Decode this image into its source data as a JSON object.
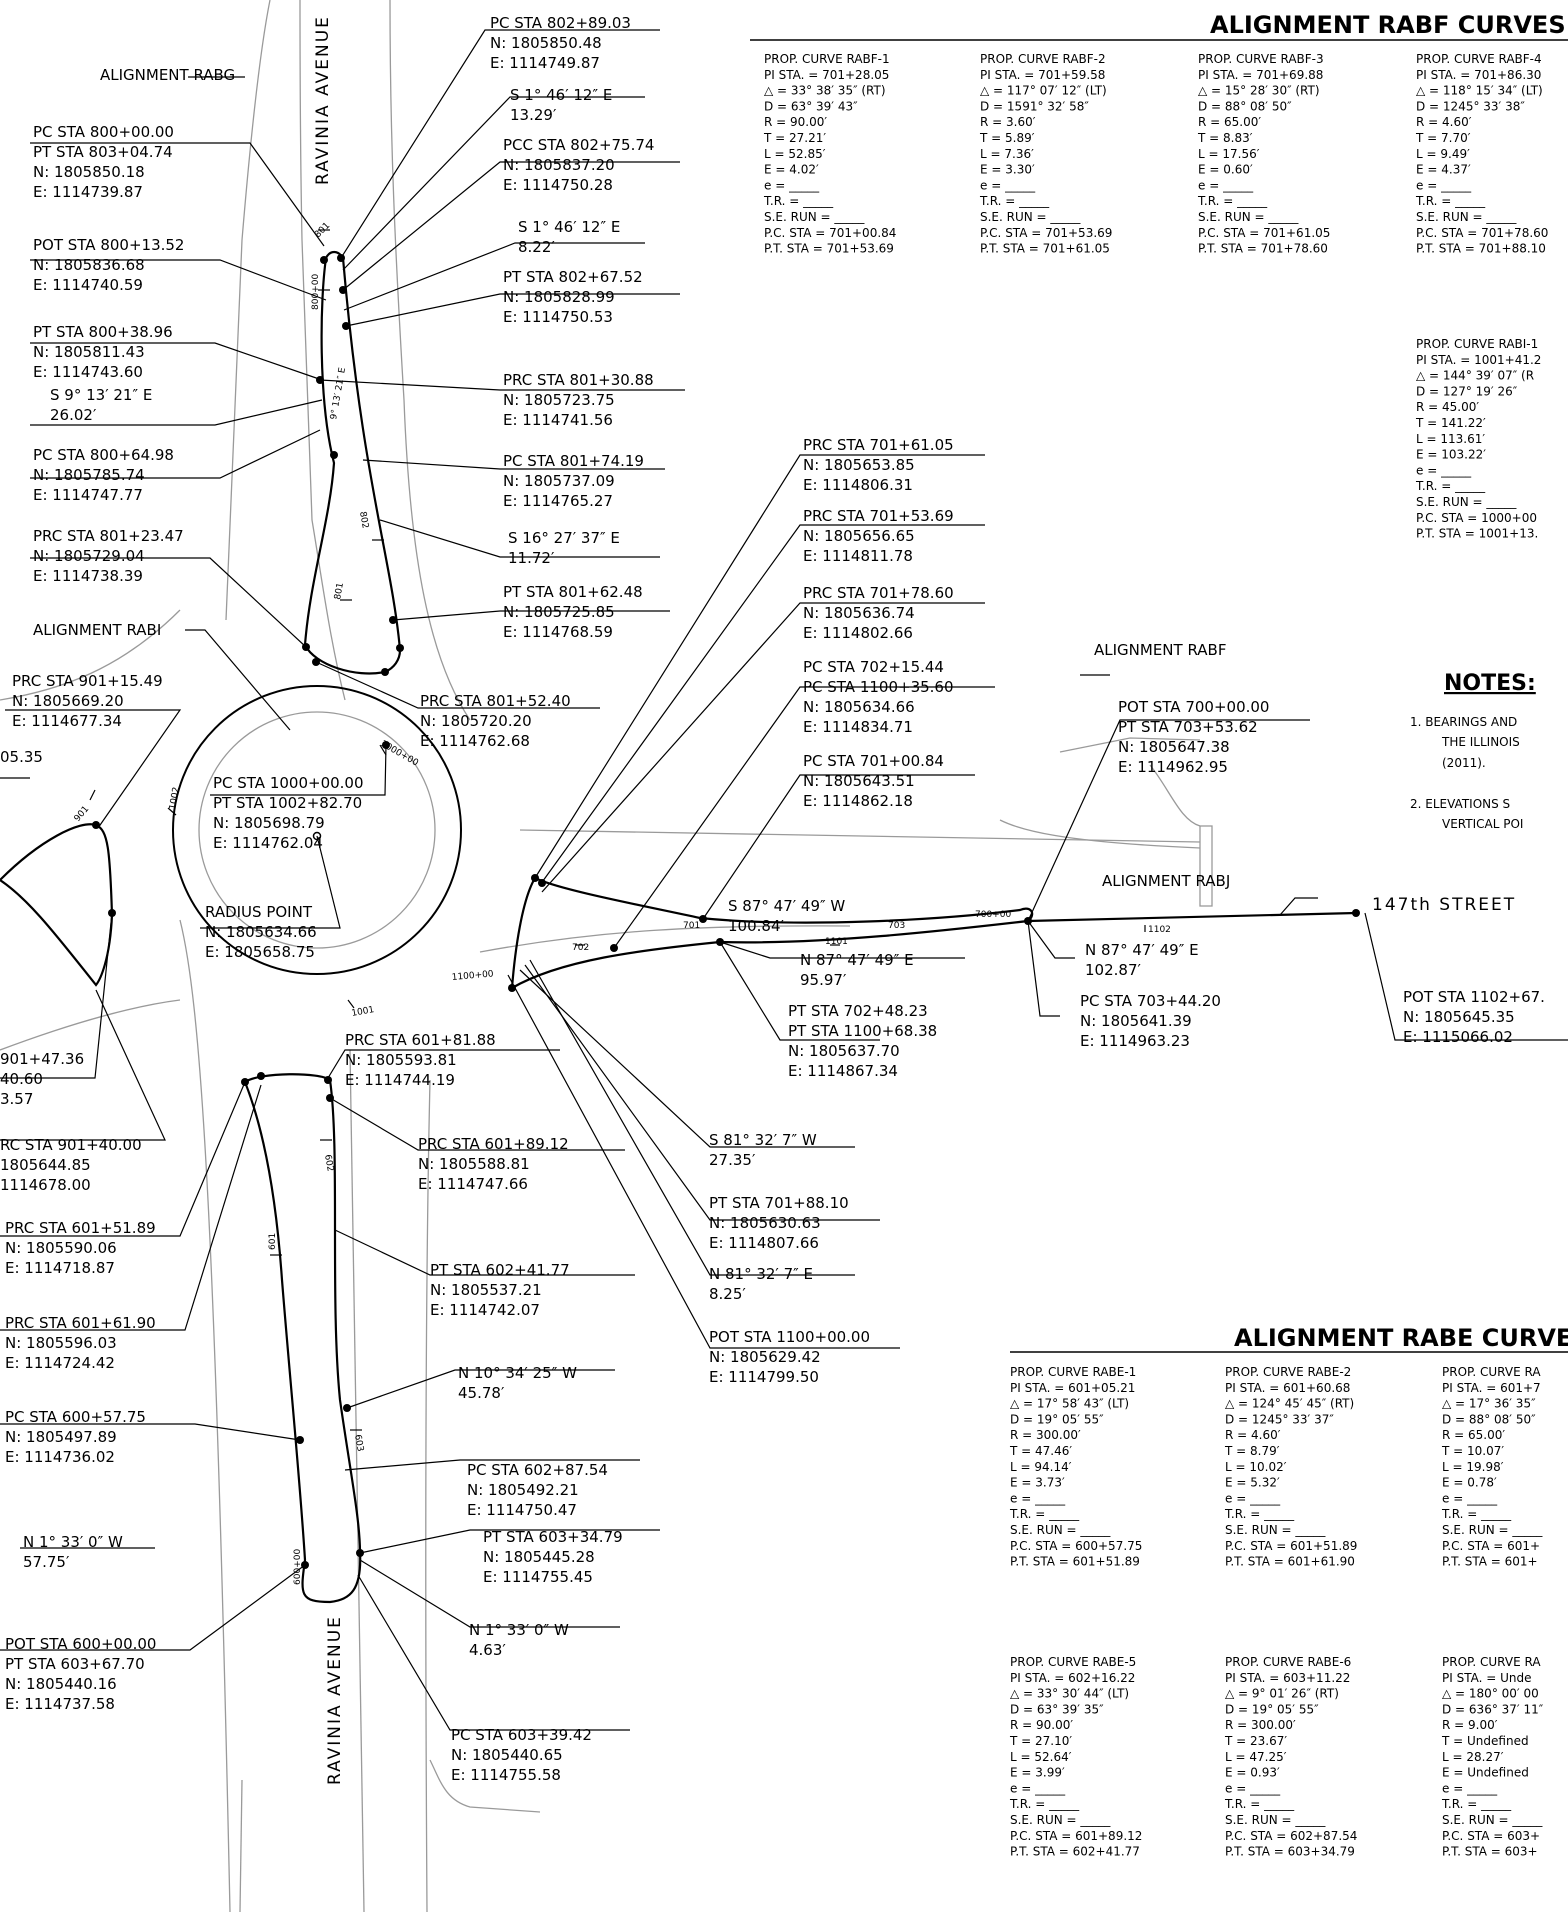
{
  "rabf_title": "ALIGNMENT RABF CURVES",
  "rabe_title": "ALIGNMENT RABE CURVE",
  "notes_title": "NOTES:",
  "notes": [
    "1.  BEARINGS AND",
    "THE ILLINOIS",
    "(2011).",
    "2.  ELEVATIONS S",
    "VERTICAL POI"
  ],
  "streets": {
    "ravinia_top": "RAVINIA AVENUE",
    "ravinia_bottom": "RAVINIA AVENUE",
    "s147": "147th STREET"
  },
  "alignments": {
    "rabg": "ALIGNMENT RABG",
    "rabi": "ALIGNMENT RABI",
    "rabf": "ALIGNMENT RABF",
    "rabj": "ALIGNMENT RABJ"
  },
  "rabf_curves": [
    [
      "PROP. CURVE RABF-1",
      "PI STA. = 701+28.05",
      "△ = 33° 38′ 35″ (RT)",
      "D = 63° 39′ 43″",
      "R = 90.00′",
      "T = 27.21′",
      "L = 52.85′",
      "E = 4.02′",
      "e = _____",
      "T.R. = _____",
      "S.E. RUN = _____",
      "P.C. STA = 701+00.84",
      "P.T. STA = 701+53.69"
    ],
    [
      "PROP. CURVE RABF-2",
      "PI STA. = 701+59.58",
      "△ = 117° 07′ 12″ (LT)",
      "D = 1591° 32′ 58″",
      "R = 3.60′",
      "T = 5.89′",
      "L = 7.36′",
      "E = 3.30′",
      "e = _____",
      "T.R. = _____",
      "S.E. RUN = _____",
      "P.C. STA = 701+53.69",
      "P.T. STA = 701+61.05"
    ],
    [
      "PROP. CURVE RABF-3",
      "PI STA. = 701+69.88",
      "△ = 15° 28′ 30″ (RT)",
      "D = 88° 08′ 50″",
      "R = 65.00′",
      "T = 8.83′",
      "L = 17.56′",
      "E = 0.60′",
      "e = _____",
      "T.R. = _____",
      "S.E. RUN = _____",
      "P.C. STA = 701+61.05",
      "P.T. STA = 701+78.60"
    ],
    [
      "PROP. CURVE RABF-4",
      "PI STA. = 701+86.30",
      "△ = 118° 15′ 34″ (LT)",
      "D = 1245° 33′ 38″",
      "R = 4.60′",
      "T = 7.70′",
      "L = 9.49′",
      "E = 4.37′",
      "e = _____",
      "T.R. = _____",
      "S.E. RUN = _____",
      "P.C. STA = 701+78.60",
      "P.T. STA = 701+88.10"
    ]
  ],
  "rabi_curve": [
    "PROP. CURVE RABI-1",
    "PI STA. = 1001+41.2",
    "△ = 144° 39′ 07″ (R",
    "D = 127° 19′ 26″",
    "R = 45.00′",
    "T = 141.22′",
    "L = 113.61′",
    "E = 103.22′",
    "e = _____",
    "T.R. = _____",
    "S.E. RUN = _____",
    "P.C. STA = 1000+00",
    "P.T. STA = 1001+13."
  ],
  "rabe_curves": [
    [
      "PROP. CURVE RABE-1",
      "PI STA. = 601+05.21",
      "△ = 17° 58′ 43″ (LT)",
      "D = 19° 05′ 55″",
      "R = 300.00′",
      "T = 47.46′",
      "L = 94.14′",
      "E = 3.73′",
      "e = _____",
      "T.R. = _____",
      "S.E. RUN = _____",
      "P.C. STA = 600+57.75",
      "P.T. STA = 601+51.89"
    ],
    [
      "PROP. CURVE RABE-2",
      "PI STA. = 601+60.68",
      "△ = 124° 45′ 45″ (RT)",
      "D = 1245° 33′ 37″",
      "R = 4.60′",
      "T = 8.79′",
      "L = 10.02′",
      "E = 5.32′",
      "e = _____",
      "T.R. = _____",
      "S.E. RUN = _____",
      "P.C. STA = 601+51.89",
      "P.T. STA = 601+61.90"
    ],
    [
      "PROP. CURVE RA",
      "PI STA. = 601+7",
      "△ = 17° 36′ 35″",
      "D = 88° 08′ 50″",
      "R = 65.00′",
      "T = 10.07′",
      "L = 19.98′",
      "E = 0.78′",
      "e = _____",
      "T.R. = _____",
      "S.E. RUN = _____",
      "P.C. STA = 601+",
      "P.T. STA = 601+"
    ],
    [
      "PROP. CURVE RABE-5",
      "PI STA. = 602+16.22",
      "△ = 33° 30′ 44″ (LT)",
      "D = 63° 39′ 35″",
      "R = 90.00′",
      "T = 27.10′",
      "L = 52.64′",
      "E = 3.99′",
      "e = _____",
      "T.R. = _____",
      "S.E. RUN = _____",
      "P.C. STA = 601+89.12",
      "P.T. STA = 602+41.77"
    ],
    [
      "PROP. CURVE RABE-6",
      "PI STA. = 603+11.22",
      "△ = 9° 01′ 26″ (RT)",
      "D = 19° 05′ 55″",
      "R = 300.00′",
      "T = 23.67′",
      "L = 47.25′",
      "E = 0.93′",
      "e = _____",
      "T.R. = _____",
      "S.E. RUN = _____",
      "P.C. STA = 602+87.54",
      "P.T. STA = 603+34.79"
    ],
    [
      "PROP. CURVE RA",
      "PI STA. = Unde",
      "△ = 180° 00′ 00",
      "D = 636° 37′ 11″",
      "R = 9.00′",
      "T = Undefined",
      "L = 28.27′",
      "E = Undefined",
      "e = _____",
      "T.R. = _____",
      "S.E. RUN = _____",
      "P.C. STA = 603+",
      "P.T. STA = 603+"
    ]
  ],
  "callouts": [
    [
      "PC STA 802+89.03",
      "N: 1805850.48",
      "E: 1114749.87"
    ],
    [
      "S 1° 46′ 12″ E",
      "13.29′"
    ],
    [
      "PCC STA 802+75.74",
      "N: 1805837.20",
      "E: 1114750.28"
    ],
    [
      "S 1° 46′ 12″ E",
      "8.22′"
    ],
    [
      "PT STA 802+67.52",
      "N: 1805828.99",
      "E: 1114750.53"
    ],
    [
      "PRC STA 801+30.88",
      "N: 1805723.75",
      "E: 1114741.56"
    ],
    [
      "PC STA 801+74.19",
      "N: 1805737.09",
      "E: 1114765.27"
    ],
    [
      "S 16° 27′ 37″ E",
      "11.72′"
    ],
    [
      "PT STA 801+62.48",
      "N: 1805725.85",
      "E: 1114768.59"
    ],
    [
      "PRC STA 801+52.40",
      "N: 1805720.20",
      "E: 1114762.68"
    ],
    [
      "PC STA 800+00.00",
      "PT STA 803+04.74",
      "N: 1805850.18",
      "E: 1114739.87"
    ],
    [
      "POT STA 800+13.52",
      "N: 1805836.68",
      "E: 1114740.59"
    ],
    [
      "PT STA 800+38.96",
      "N: 1805811.43",
      "E: 1114743.60"
    ],
    [
      "S 9° 13′ 21″ E",
      "26.02′"
    ],
    [
      "PC STA 800+64.98",
      "N: 1805785.74",
      "E: 1114747.77"
    ],
    [
      "PRC STA 801+23.47",
      "N: 1805729.04",
      "E: 1114738.39"
    ],
    [
      "PRC STA 901+15.49",
      "N: 1805669.20",
      "E: 1114677.34"
    ],
    [
      "05.35"
    ],
    [
      "PC STA 1000+00.00",
      "PT STA 1002+82.70",
      "N: 1805698.79",
      "E: 1114762.04"
    ],
    [
      "RADIUS POINT",
      "N: 1805634.66",
      "E: 1805658.75"
    ],
    [
      "PRC STA 701+61.05",
      "N: 1805653.85",
      "E: 1114806.31"
    ],
    [
      "PRC STA 701+53.69",
      "N: 1805656.65",
      "E: 1114811.78"
    ],
    [
      "PRC STA 701+78.60",
      "N: 1805636.74",
      "E: 1114802.66"
    ],
    [
      "PC STA 702+15.44",
      "PC STA 1100+35.60",
      "N: 1805634.66",
      "E: 1114834.71"
    ],
    [
      "PC STA 701+00.84",
      "N: 1805643.51",
      "E: 1114862.18"
    ],
    [
      "POT STA 700+00.00",
      "PT STA 703+53.62",
      "N: 1805647.38",
      "E: 1114962.95"
    ],
    [
      "S 87° 47′ 49″ W",
      "100.84′"
    ],
    [
      "N 87° 47′ 49″ E",
      "95.97′"
    ],
    [
      "N 87° 47′ 49″ E",
      "102.87′"
    ],
    [
      "PT STA 702+48.23",
      "PT STA 1100+68.38",
      "N: 1805637.70",
      "E: 1114867.34"
    ],
    [
      "PC STA 703+44.20",
      "N: 1805641.39",
      "E: 1114963.23"
    ],
    [
      "POT STA 1102+67.",
      "N: 1805645.35",
      "E: 1115066.02"
    ],
    [
      "901+47.36",
      "40.60",
      "3.57"
    ],
    [
      "RC STA 901+40.00",
      "1805644.85",
      "1114678.00"
    ],
    [
      "PRC STA 601+81.88",
      "N: 1805593.81",
      "E: 1114744.19"
    ],
    [
      "PRC STA 601+89.12",
      "N: 1805588.81",
      "E: 1114747.66"
    ],
    [
      "PRC STA 601+51.89",
      "N: 1805590.06",
      "E: 1114718.87"
    ],
    [
      "PRC STA 601+61.90",
      "N: 1805596.03",
      "E: 1114724.42"
    ],
    [
      "PT STA 602+41.77",
      "N: 1805537.21",
      "E: 1114742.07"
    ],
    [
      "N 10° 34′ 25″ W",
      "45.78′"
    ],
    [
      "PC STA 602+87.54",
      "N: 1805492.21",
      "E: 1114750.47"
    ],
    [
      "PT STA 603+34.79",
      "N: 1805445.28",
      "E: 1114755.45"
    ],
    [
      "N 1° 33′ 0″ W",
      "4.63′"
    ],
    [
      "PC STA 603+39.42",
      "N: 1805440.65",
      "E: 1114755.58"
    ],
    [
      "PC STA 600+57.75",
      "N: 1805497.89",
      "E: 1114736.02"
    ],
    [
      "N 1° 33′ 0″ W",
      "57.75′"
    ],
    [
      "POT STA 600+00.00",
      "PT STA 603+67.70",
      "N: 1805440.16",
      "E: 1114737.58"
    ],
    [
      "S 81° 32′ 7″ W",
      "27.35′"
    ],
    [
      "PT STA 701+88.10",
      "N: 1805630.63",
      "E: 1114807.66"
    ],
    [
      "N 81° 32′ 7″ E",
      "8.25′"
    ],
    [
      "POT STA 1100+00.00",
      "N: 1805629.42",
      "E: 1114799.50"
    ]
  ],
  "ticks": [
    "800+00",
    "801",
    "802",
    "802",
    "9° 13′ 21″ E",
    "801",
    "901",
    "1002",
    "1000+00",
    "1001",
    "1100+00",
    "702",
    "701",
    "703",
    "700+00",
    "1101",
    "1102",
    "600+00",
    "601",
    "602",
    "603"
  ]
}
